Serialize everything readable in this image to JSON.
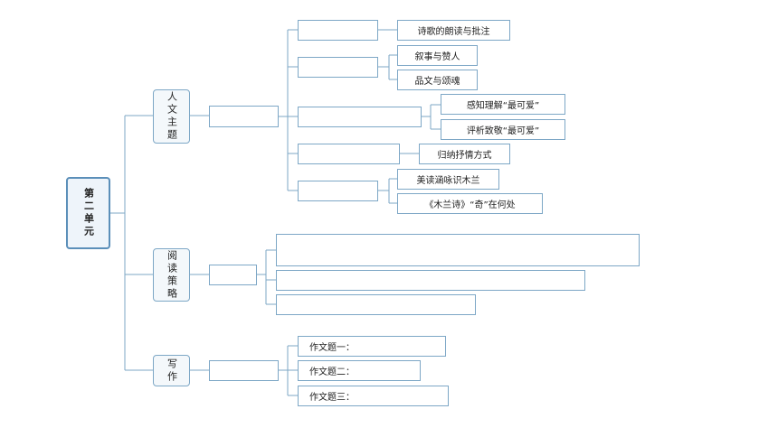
{
  "root": {
    "label": "第二单元"
  },
  "branches": [
    {
      "label": "人文主题",
      "groups": [
        {
          "items": [
            "诗歌的朗读与批注"
          ]
        },
        {
          "items": [
            "叙事与赞人",
            "品文与颂魂"
          ]
        },
        {
          "items": [
            "感知理解“最可爱”",
            "评析致敬“最可爱”"
          ]
        },
        {
          "items": [
            "归纳抒情方式"
          ]
        },
        {
          "items": [
            "美读涵咏识木兰",
            "《木兰诗》“奇”在何处"
          ]
        }
      ]
    },
    {
      "label": "阅读策略"
    },
    {
      "label": "写作",
      "items": [
        "作文题一：",
        "作文题二：",
        "作文题三："
      ]
    }
  ]
}
